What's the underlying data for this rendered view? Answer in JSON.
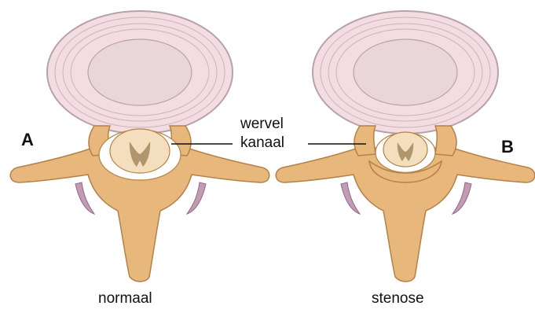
{
  "labels": {
    "left_letter": "A",
    "right_letter": "B",
    "canal_line1": "wervel",
    "canal_line2": "kanaal",
    "left_caption": "normaal",
    "right_caption": "stenose"
  },
  "colors": {
    "disc_outer": "#f4dde2",
    "disc_ring": "#b7a2aa",
    "nucleus": "#e9d6d9",
    "bone": "#e7b77c",
    "bone_dark": "#b58147",
    "cord_fill": "#f3dfbd",
    "cord_grey": "#a48a5f",
    "facet": "#c49ab4",
    "canal_space": "#ffffff"
  },
  "panels": [
    {
      "name": "normal",
      "stenosis_level": 0
    },
    {
      "name": "stenosis",
      "stenosis_level": 0.6
    }
  ]
}
